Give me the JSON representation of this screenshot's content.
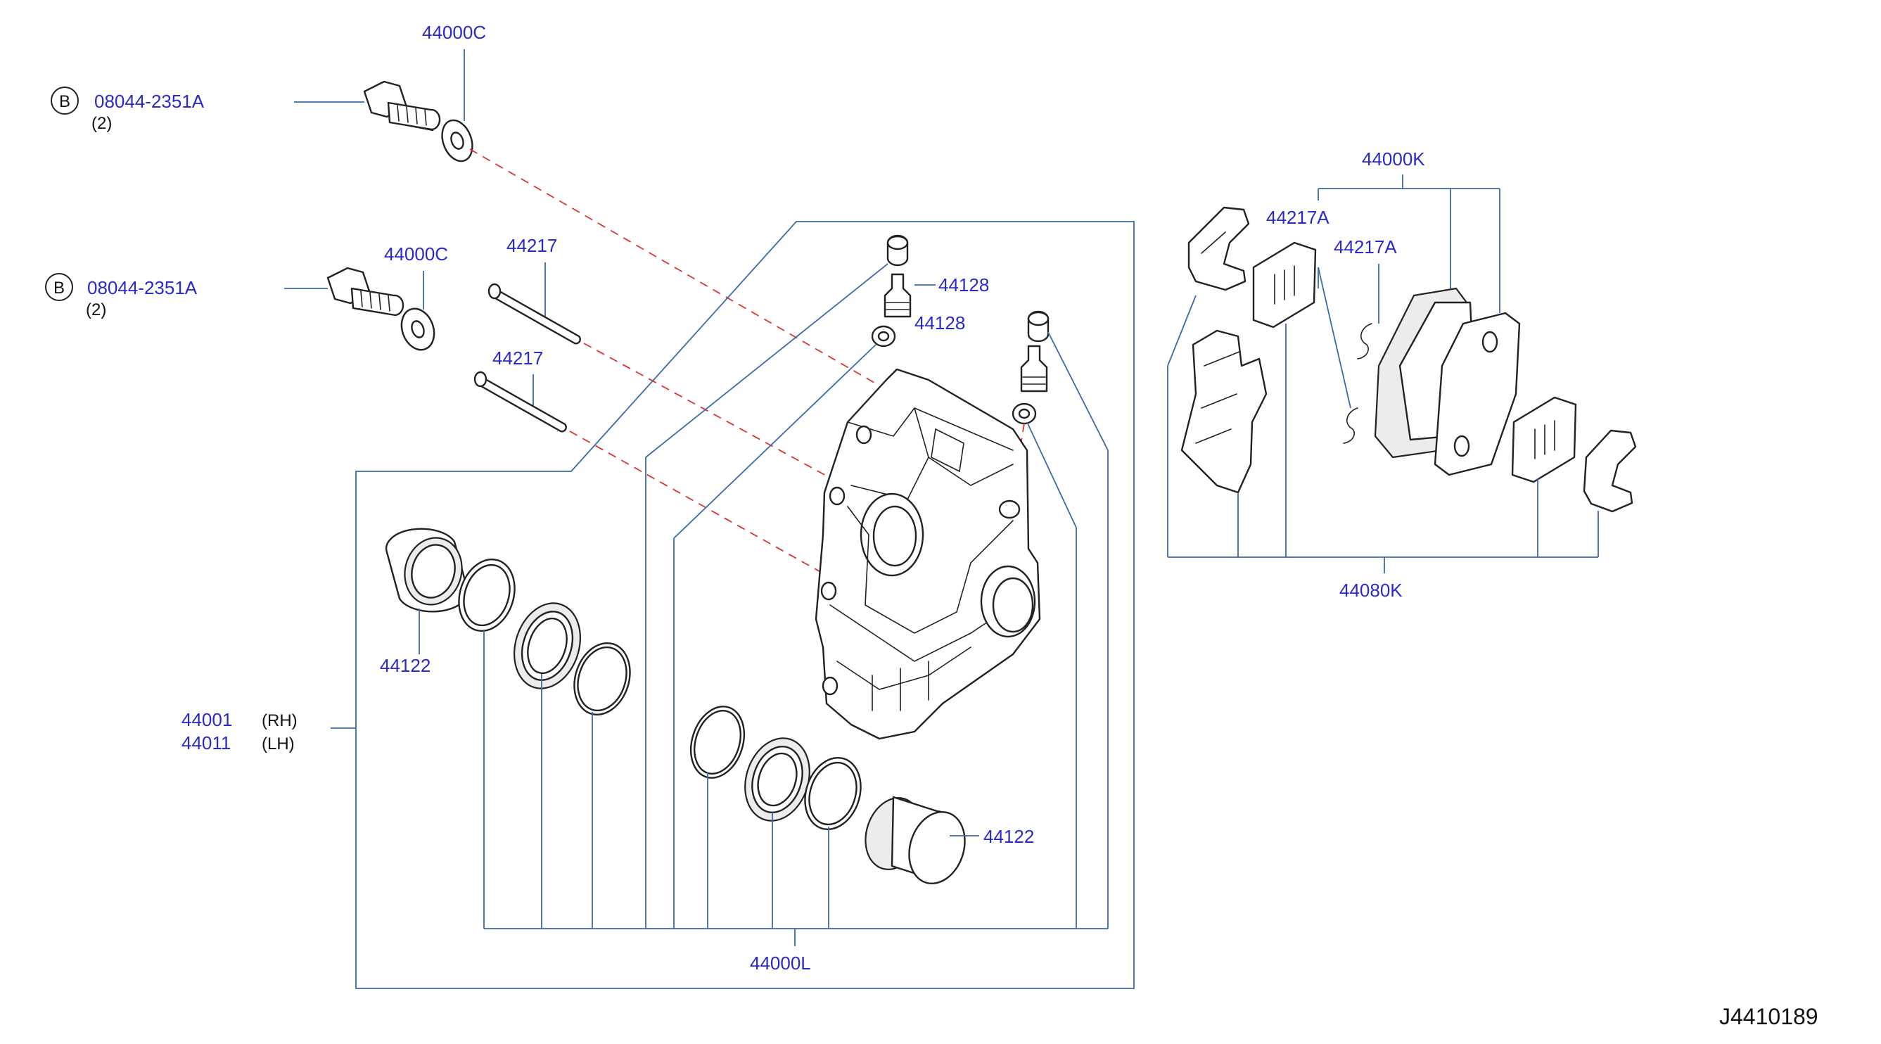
{
  "labels": {
    "bolt_a_part": "08044-2351A",
    "bolt_a_qty": "(2)",
    "bolt_b_part": "08044-2351A",
    "bolt_b_qty": "(2)",
    "bolt_badge": "B",
    "washer_a": "44000C",
    "washer_b": "44000C",
    "pin_a": "44217",
    "pin_b": "44217",
    "bleeder_a": "44128",
    "bleeder_b": "44128",
    "piston_left": "44122",
    "piston_right": "44122",
    "caliper_rh": "44001",
    "caliper_rh_side": "(RH)",
    "caliper_lh": "44011",
    "caliper_lh_side": "(LH)",
    "seal_kit": "44000L",
    "pad_kit": "44000K",
    "shim_a": "44217A",
    "shim_b": "44217A",
    "hardware_kit": "44080K",
    "diagram_ref": "J4410189"
  },
  "colors": {
    "label": "#2a2acc",
    "leader": "#3b6aa8",
    "dashed": "#e03030",
    "part_outline": "#222222"
  }
}
